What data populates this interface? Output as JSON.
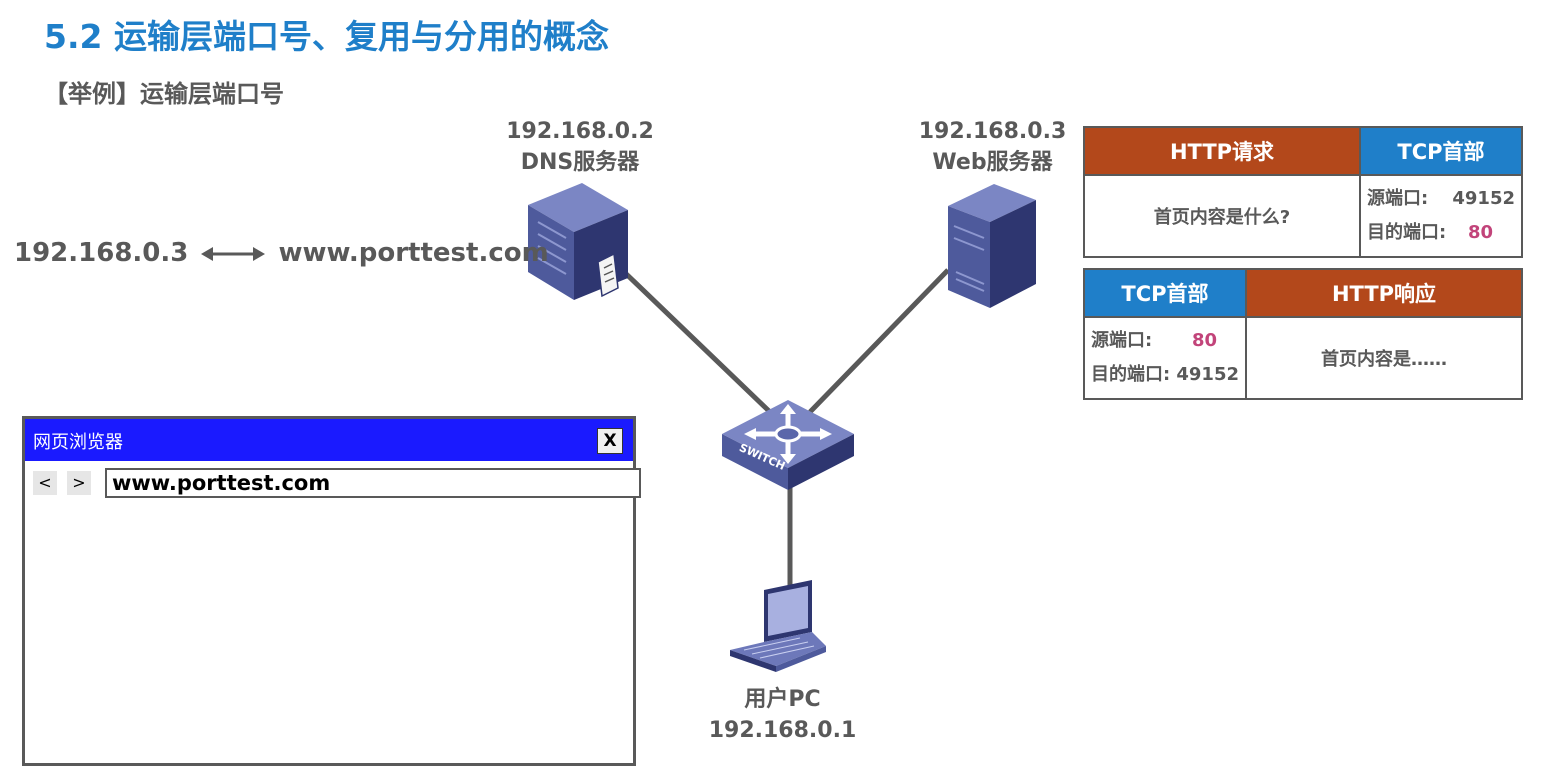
{
  "page": {
    "title": "5.2 运输层端口号、复用与分用的概念",
    "subtitle": "【举例】运输层端口号"
  },
  "nodes": {
    "dns_server": {
      "ip": "192.168.0.2",
      "name": "DNS服务器"
    },
    "web_server": {
      "ip": "192.168.0.3",
      "name": "Web服务器"
    },
    "user_pc": {
      "name": "用户PC",
      "ip": "192.168.0.1"
    },
    "switch": {
      "label": "SWITCH"
    }
  },
  "dns_record": {
    "ip": "192.168.0.3",
    "domain": "www.porttest.com"
  },
  "packets": {
    "request": {
      "app_header": "HTTP请求",
      "tcp_header": "TCP首部",
      "content": "首页内容是什么?",
      "src_port_label": "源端口:",
      "src_port": "49152",
      "dst_port_label": "目的端口:",
      "dst_port": "80"
    },
    "response": {
      "tcp_header": "TCP首部",
      "app_header": "HTTP响应",
      "src_port_label": "源端口:",
      "src_port": "80",
      "dst_port_label": "目的端口:",
      "dst_port": "49152",
      "content": "首页内容是……"
    }
  },
  "browser": {
    "title": "网页浏览器",
    "close": "X",
    "back": "<",
    "forward": ">",
    "url": "www.porttest.com"
  },
  "colors": {
    "title_blue": "#1f7fc9",
    "header_orange": "#b3481b",
    "header_blue": "#1f7fc9",
    "port_pink": "#c2447a",
    "browser_bar": "#1a1aff",
    "device": "#4e5a9c",
    "link": "#595959"
  }
}
